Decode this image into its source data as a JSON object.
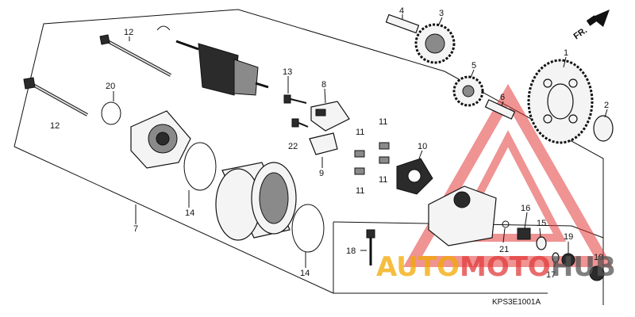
{
  "fr_label": "FR.",
  "diagram_code": "KPS3E1001A",
  "watermark": {
    "part1": "AUTO",
    "part2": "MOTO",
    "part3": "HUB",
    "color_red": "#e23b3b",
    "color_orange": "#f2a900"
  },
  "labels": {
    "l1": "1",
    "l2": "2",
    "l3": "3",
    "l4": "4",
    "l5": "5",
    "l6": "6",
    "l7": "7",
    "l8": "8",
    "l9": "9",
    "l10": "10",
    "l11a": "11",
    "l11b": "11",
    "l11c": "11",
    "l11d": "11",
    "l12a": "12",
    "l12b": "12",
    "l13": "13",
    "l14a": "14",
    "l14b": "14",
    "l15": "15",
    "l16": "16",
    "l17": "17",
    "l18": "18",
    "l19a": "19",
    "l19b": "19",
    "l20": "20",
    "l21": "21",
    "l22": "22"
  }
}
